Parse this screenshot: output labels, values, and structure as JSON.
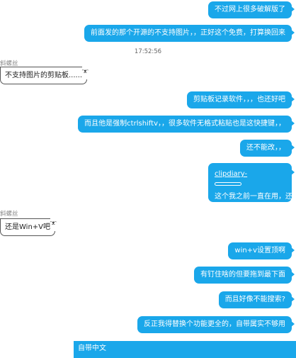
{
  "messages": {
    "m1": "不过网上很多破解版了",
    "m2": "前面发的那个开源的不支持图片，，正好这个免费，打算换回来",
    "timestamp": "17:52:56",
    "sender1": "斜螺丝",
    "m3": "不支持图片的剪贴板......",
    "m4": "剪贴板记录软件，，，也还好吧",
    "m5": "而且他是强制ctrlshiftv，，很多软件无格式粘贴也是这快捷键，，",
    "m6": "还不能改，，",
    "card_title": "clipdiary-",
    "card_desc": "这个我之前一直在用，还行",
    "sender2": "斜螺丝",
    "m7": "还是Win+V吧",
    "m8": "win+v设置顶啊",
    "m9": "有钉住啥的但要拖到最下面",
    "m10": "而且好像不能搜索?",
    "m11": "反正我得替换个功能更全的，自带属实不够用",
    "m12": "自带中文"
  },
  "decor": "ᵔᴥᵔ",
  "colors": {
    "bubble": "#1aa7ea",
    "bg": "#ffffff"
  }
}
